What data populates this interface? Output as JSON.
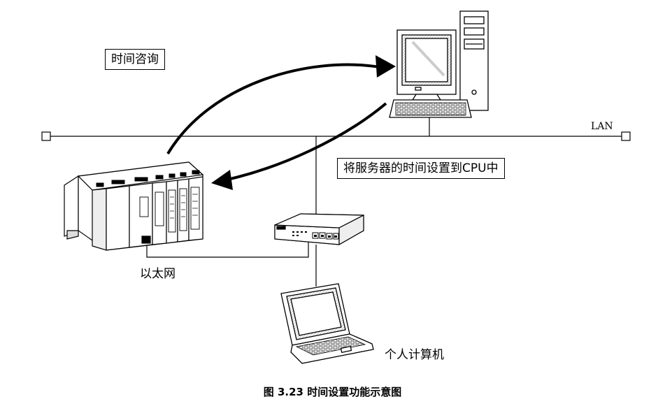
{
  "labels": {
    "time_query": "时间咨询",
    "set_time_to_cpu": "将服务器的时间设置到CPU中",
    "lan": "LAN",
    "ethernet": "以太网",
    "personal_computer": "个人计算机",
    "caption": "图 3.23 时间设置功能示意图"
  }
}
